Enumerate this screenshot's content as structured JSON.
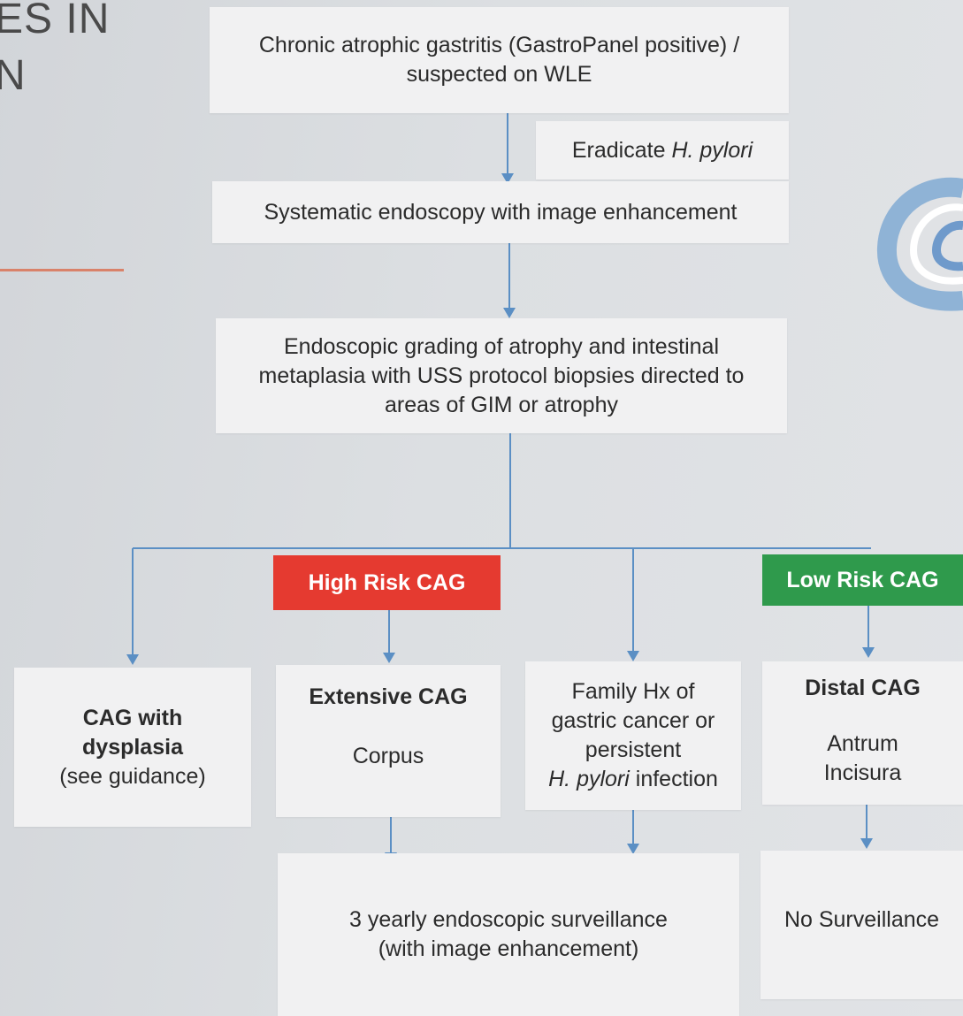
{
  "slide": {
    "heading_line1": "ES IN",
    "heading_line2": "N",
    "accent_color": "#d9826a"
  },
  "flow": {
    "start": {
      "line1": "Chronic atrophic gastritis (GastroPanel positive) /",
      "line2": "suspected on WLE"
    },
    "eradicate": {
      "prefix": "Eradicate ",
      "italic": "H. pylori"
    },
    "endoscopy": "Systematic endoscopy with image enhancement",
    "grading": {
      "line1": "Endoscopic grading of atrophy and intestinal",
      "line2": "metaplasia with USS protocol biopsies directed to",
      "line3": "areas of GIM or atrophy"
    },
    "high_risk": {
      "label": "High Risk CAG",
      "color": "#e53a30"
    },
    "low_risk": {
      "label": "Low Risk CAG",
      "color": "#2f9a4c"
    },
    "dysplasia": {
      "line1": "CAG with",
      "line2": "dysplasia",
      "line3": "(see guidance)"
    },
    "extensive": {
      "title": "Extensive CAG",
      "sub": "Corpus"
    },
    "family": {
      "line1": "Family Hx of",
      "line2": "gastric cancer or",
      "line3": "persistent",
      "line4_italic": "H. pylori",
      "line4_rest": " infection"
    },
    "distal": {
      "title": "Distal CAG",
      "sub1": "Antrum",
      "sub2": "Incisura"
    },
    "surveillance": {
      "line1": "3 yearly endoscopic surveillance",
      "line2": "(with image enhancement)"
    },
    "no_surveillance": "No Surveillance",
    "line_color": "#5b8fc4"
  }
}
